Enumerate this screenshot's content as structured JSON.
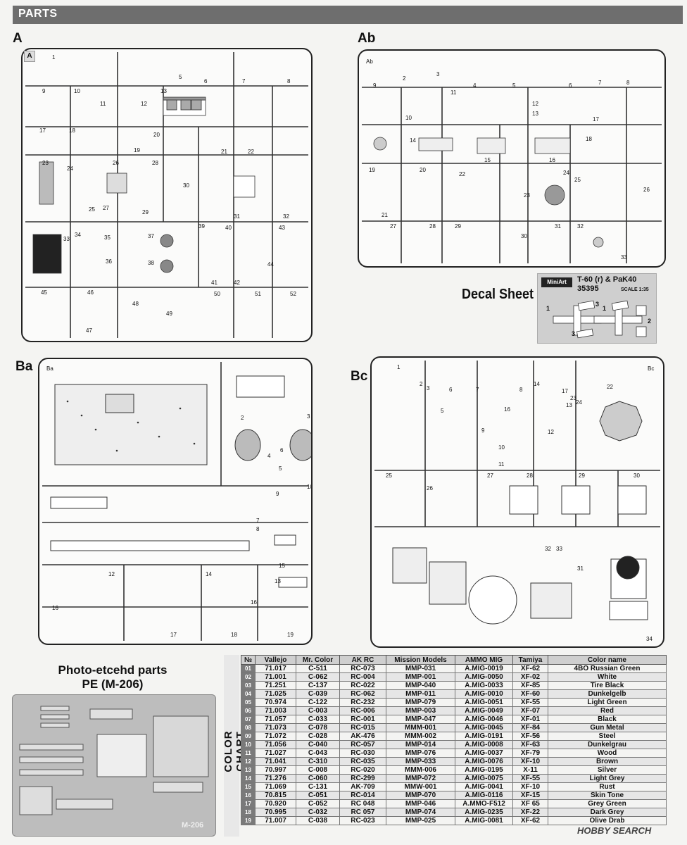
{
  "header": {
    "title": "PARTS"
  },
  "sprues": {
    "a": {
      "label": "A",
      "tag": "A"
    },
    "ab": {
      "label": "Ab",
      "tag": "Ab"
    },
    "ba": {
      "label": "Ba",
      "tag": "Ba"
    },
    "bc": {
      "label": "Bc",
      "tag": "Bc"
    }
  },
  "decal": {
    "title": "Decal Sheet",
    "brand": "MiniArt",
    "model": "T-60 (r) & PaK40",
    "code": "35395",
    "scale": "SCALE 1:35",
    "numbers": [
      "1",
      "3",
      "1",
      "2",
      "3"
    ]
  },
  "pe": {
    "title_line1": "Photo-etcehd parts",
    "title_line2": "PE (M-206)",
    "code": "M-206"
  },
  "color_chart": {
    "label": "COLOR CHART",
    "columns": [
      "№",
      "Vallejo",
      "Mr. Color",
      "AK RC",
      "Mission Models",
      "AMMO MIG",
      "Tamiya",
      "Color name"
    ],
    "rows": [
      [
        "01",
        "71.017",
        "C-511",
        "RC-073",
        "MMP-031",
        "A.MIG-0019",
        "XF-62",
        "4BO Russian Green"
      ],
      [
        "02",
        "71.001",
        "C-062",
        "RC-004",
        "MMP-001",
        "A.MIG-0050",
        "XF-02",
        "White"
      ],
      [
        "03",
        "71.251",
        "C-137",
        "RC-022",
        "MMP-040",
        "A.MIG-0033",
        "XF-85",
        "Tire Black"
      ],
      [
        "04",
        "71.025",
        "C-039",
        "RC-062",
        "MMP-011",
        "A.MIG-0010",
        "XF-60",
        "Dunkelgelb"
      ],
      [
        "05",
        "70.974",
        "C-122",
        "RC-232",
        "MMP-079",
        "A.MIG-0051",
        "XF-55",
        "Light Green"
      ],
      [
        "06",
        "71.003",
        "C-003",
        "RC-006",
        "MMP-003",
        "A.MIG-0049",
        "XF-07",
        "Red"
      ],
      [
        "07",
        "71.057",
        "C-033",
        "RC-001",
        "MMP-047",
        "A.MIG-0046",
        "XF-01",
        "Black"
      ],
      [
        "08",
        "71.073",
        "C-078",
        "RC-015",
        "MMM-001",
        "A.MIG-0045",
        "XF-84",
        "Gun Metal"
      ],
      [
        "09",
        "71.072",
        "C-028",
        "AK-476",
        "MMM-002",
        "A.MIG-0191",
        "XF-56",
        "Steel"
      ],
      [
        "10",
        "71.056",
        "C-040",
        "RC-057",
        "MMP-014",
        "A.MIG-0008",
        "XF-63",
        "Dunkelgrau"
      ],
      [
        "11",
        "71.027",
        "C-043",
        "RC-030",
        "MMP-076",
        "A.MIG-0037",
        "XF-79",
        "Wood"
      ],
      [
        "12",
        "71.041",
        "C-310",
        "RC-035",
        "MMP-033",
        "A.MIG-0076",
        "XF-10",
        "Brown"
      ],
      [
        "13",
        "70.997",
        "C-008",
        "RC-020",
        "MMM-006",
        "A.MIG-0195",
        "X-11",
        "Silver"
      ],
      [
        "14",
        "71.276",
        "C-060",
        "RC-299",
        "MMP-072",
        "A.MIG-0075",
        "XF-55",
        "Light Grey"
      ],
      [
        "15",
        "71.069",
        "C-131",
        "AK-709",
        "MMW-001",
        "A.MIG-0041",
        "XF-10",
        "Rust"
      ],
      [
        "16",
        "70.815",
        "C-051",
        "RC-014",
        "MMP-070",
        "A.MIG-0116",
        "XF-15",
        "Skin Tone"
      ],
      [
        "17",
        "70.920",
        "C-052",
        "RC 048",
        "MMP-046",
        "A.MMO-F512",
        "XF 65",
        "Grey Green"
      ],
      [
        "18",
        "70.995",
        "C-032",
        "RC 057",
        "MMP-074",
        "A.MIG-0235",
        "XF-22",
        "Dark Grey"
      ],
      [
        "19",
        "71.007",
        "C-038",
        "RC-023",
        "MMP-025",
        "A.MIG-0081",
        "XF-62",
        "Olive Drab"
      ]
    ]
  },
  "watermark": "HOBBY SEARCH"
}
